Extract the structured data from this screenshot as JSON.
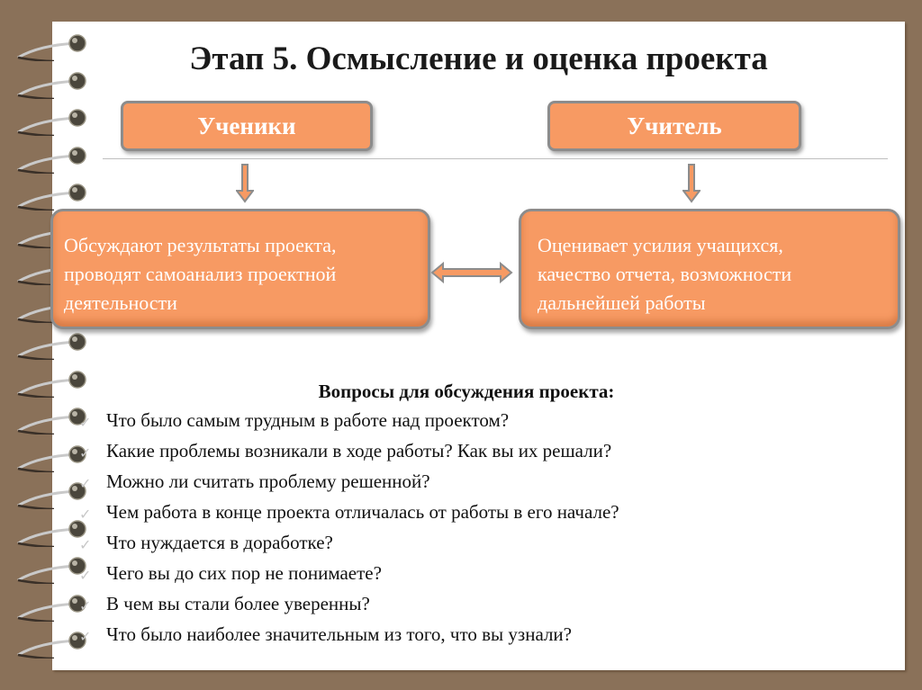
{
  "slide": {
    "title": "Этап 5. Осмысление и оценка проекта",
    "colors": {
      "background": "#8a7159",
      "page": "#ffffff",
      "box_fill": "#f79a63",
      "box_border": "#8c8c8c",
      "arrow_fill": "#f79a63"
    }
  },
  "diagram": {
    "left_header": "Ученики",
    "right_header": "Учитель",
    "left_body": [
      "Обсуждают результаты проекта,",
      "проводят самоанализ проектной",
      "деятельности"
    ],
    "right_body": [
      "Оценивает усилия учащихся,",
      "качество отчета, возможности",
      "дальнейшей работы"
    ],
    "connector": "double-arrow"
  },
  "questions": {
    "title": "Вопросы для обсуждения проекта:",
    "items": [
      "Что было самым трудным в работе над проектом?",
      "Какие проблемы возникали в ходе работы? Как вы их решали?",
      "Можно ли считать проблему решенной?",
      "Чем работа в конце проекта отличалась от работы в его начале?",
      "Что нуждается в доработке?",
      "Чего вы до сих пор не понимаете?",
      "В чем вы стали более уверенны?",
      "Что было наиболее значительным из того, что вы узнали?"
    ],
    "bullet_icon": "checkmark"
  }
}
